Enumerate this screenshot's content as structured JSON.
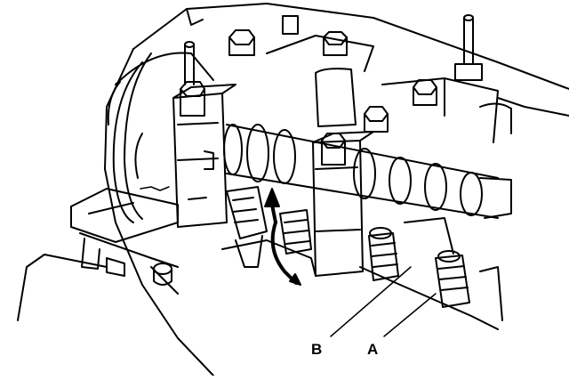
{
  "figure": {
    "icon": "engine-camshaft-rocker-arm-illustration",
    "ink_color": "#000000",
    "background_color": "#ffffff"
  },
  "callouts": {
    "a": "A",
    "b": "B"
  }
}
